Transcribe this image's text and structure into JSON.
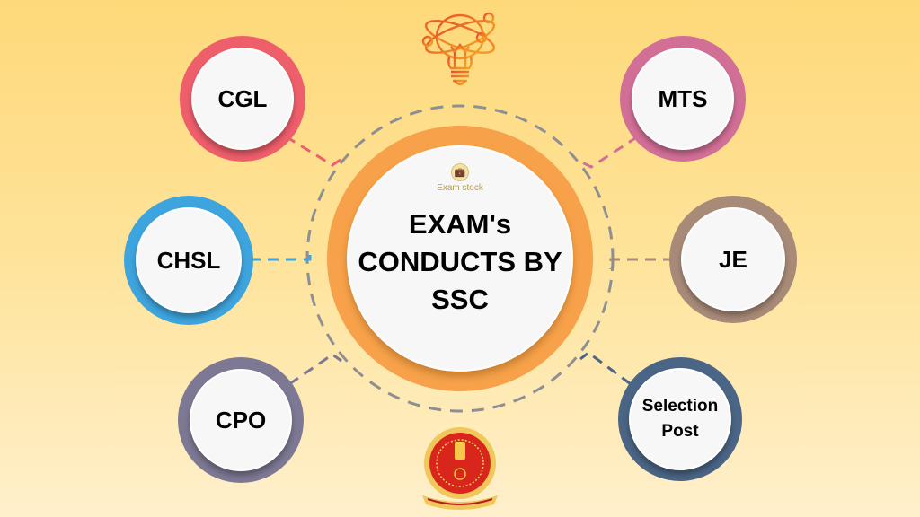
{
  "center": {
    "title": "EXAM's\nCONDUCTS BY\nSSC",
    "brand_name": "Exam stock",
    "brand_icon": "briefcase-icon",
    "color_outer": "#f7a24a",
    "color_inner": "#f7f7f7"
  },
  "nodes": [
    {
      "label": "CGL",
      "color": "#ee5e6b",
      "position": "top-left"
    },
    {
      "label": "MTS",
      "color": "#d26f97",
      "position": "top-right"
    },
    {
      "label": "CHSL",
      "color": "#3ea4dd",
      "position": "middle-left"
    },
    {
      "label": "JE",
      "color": "#a88a78",
      "position": "middle-right"
    },
    {
      "label": "CPO",
      "color": "#7d7893",
      "position": "bottom-left"
    },
    {
      "label": "Selection\nPost",
      "color": "#4a6585",
      "position": "bottom-right"
    }
  ],
  "decorations": {
    "top_icon": "lightbulb-atom-icon",
    "bottom_logo": "ssc-emblem-logo",
    "ring_color": "#8e8f93"
  }
}
